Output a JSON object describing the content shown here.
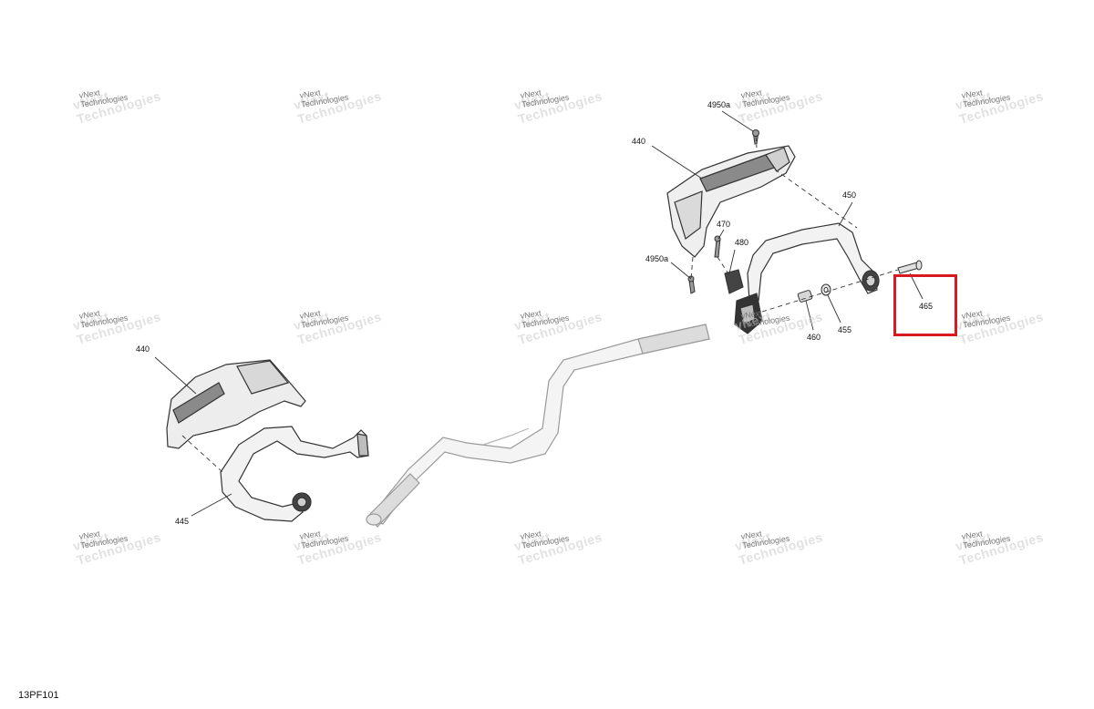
{
  "watermark": {
    "line1": "vNext",
    "line2": "Technologies",
    "small": "vNext Technologies"
  },
  "labels": {
    "p440_right": "440",
    "p4950a_top": "4950a",
    "p450": "450",
    "p470": "470",
    "p480": "480",
    "p4950a_left": "4950a",
    "p460": "460",
    "p455": "455",
    "p465": "465",
    "p440_left": "440",
    "p445": "445"
  },
  "diagram_code": "13PF101",
  "highlight": {
    "part": "465",
    "color": "#d71920"
  }
}
